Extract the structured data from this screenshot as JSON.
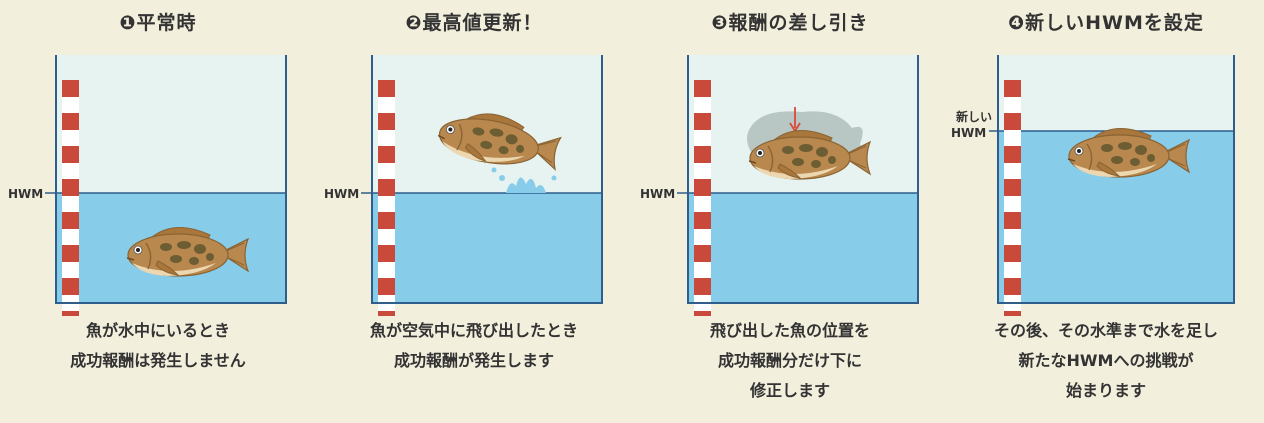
{
  "panels": [
    {
      "title": "❶平常時",
      "hwm_label": "HWM",
      "caption": [
        "魚が水中にいるとき",
        "成功報酬は発生しません"
      ]
    },
    {
      "title": "❷最高値更新！",
      "hwm_label": "HWM",
      "caption": [
        "魚が空気中に飛び出したとき",
        "成功報酬が発生します"
      ]
    },
    {
      "title": "❸報酬の差し引き",
      "hwm_label": "HWM",
      "caption": [
        "飛び出した魚の位置を",
        "成功報酬分だけ下に",
        "修正します"
      ]
    },
    {
      "title": "❹新しいHWMを設定",
      "hwm_label_line1": "新しい",
      "hwm_label_line2": "HWM",
      "caption": [
        "その後、その水準まで水を足し",
        "新たなHWMへの挑戦が",
        "始まります"
      ]
    }
  ],
  "colors": {
    "background": "#f3efdd",
    "air": "#e6f3f1",
    "water": "#87cdea",
    "tank_border": "#2f5d8c",
    "gauge_red": "#c94a3b",
    "fish_body": "#b9884e",
    "fish_belly": "#ecd7b0",
    "fish_spots": "#6d5d33",
    "arrow": "#d9473a",
    "ghost": "#a9b8b4"
  }
}
